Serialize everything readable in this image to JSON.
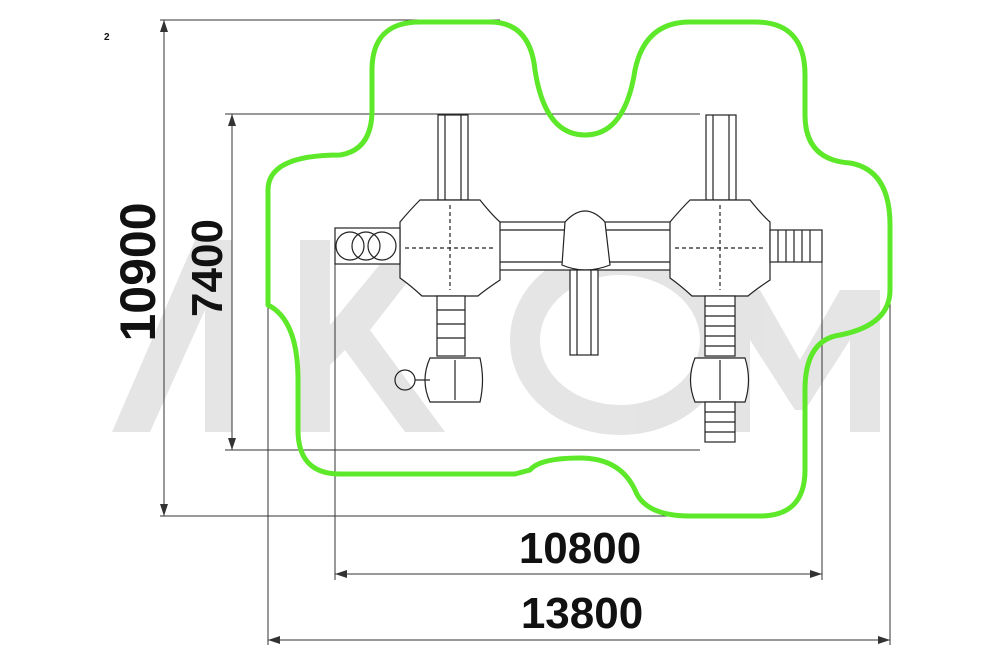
{
  "sheet": {
    "number": "2"
  },
  "dimensions": {
    "overall_height": "10900",
    "equipment_height": "7400",
    "equipment_width": "10800",
    "overall_width": "13800"
  },
  "watermark": {
    "text": "ЛКОМ",
    "color": "#d9d9d9"
  },
  "colors": {
    "safety_zone": "#5ee82a",
    "lines": "#222222"
  }
}
